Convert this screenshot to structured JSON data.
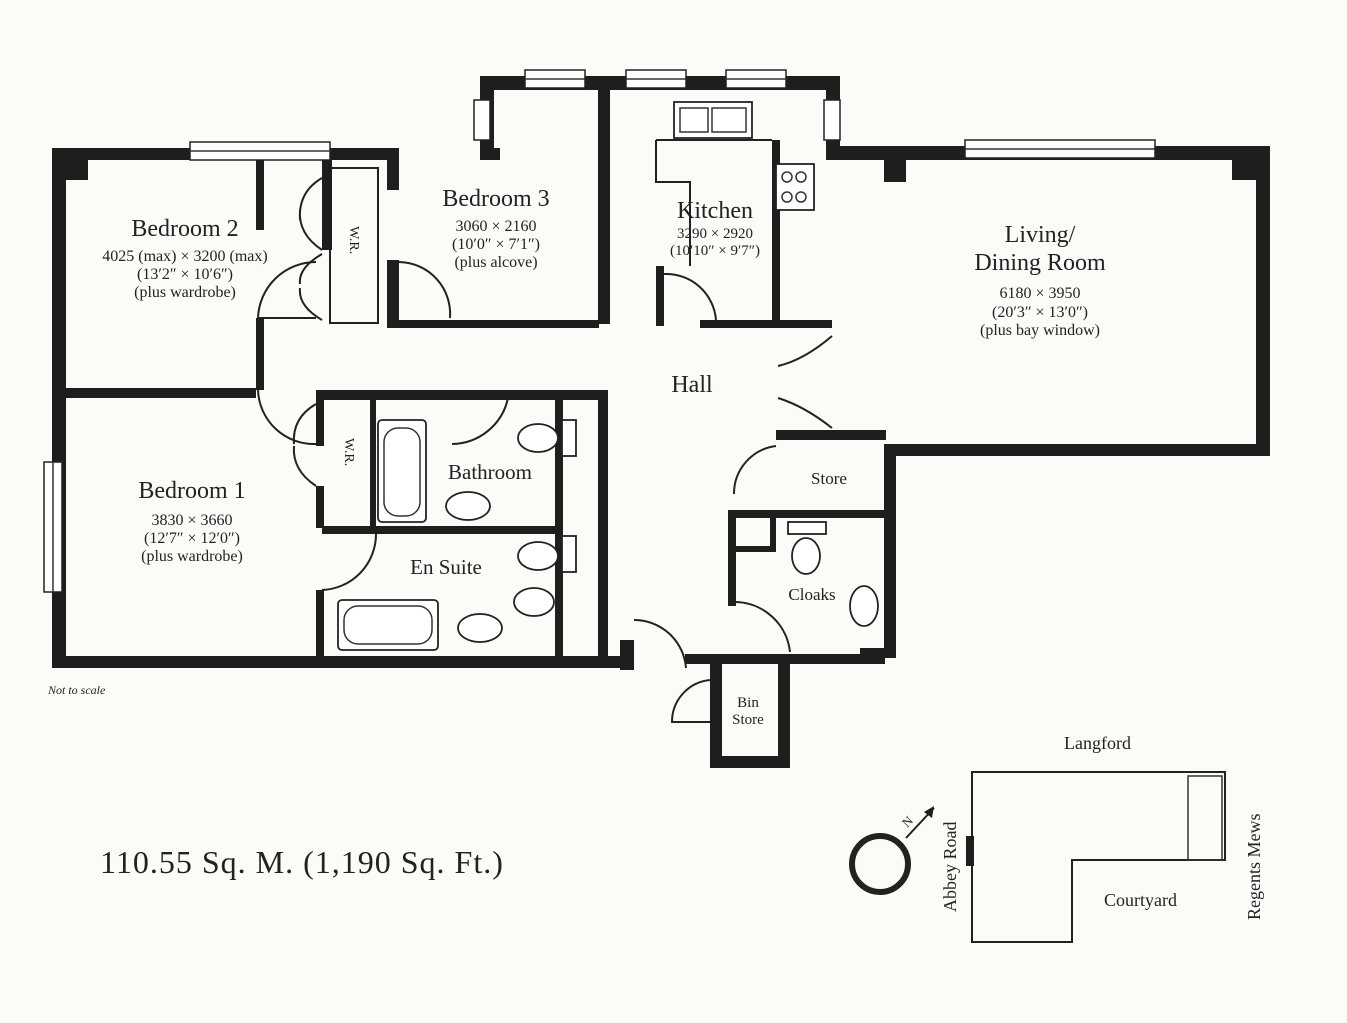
{
  "rooms": {
    "bedroom2": {
      "name": "Bedroom 2",
      "metric": "4025 (max) × 3200 (max)",
      "imperial": "(13′2″ × 10′6″)",
      "extra": "(plus wardrobe)"
    },
    "bedroom3": {
      "name": "Bedroom 3",
      "metric": "3060 × 2160",
      "imperial": "(10′0″ × 7′1″)",
      "extra": "(plus alcove)"
    },
    "kitchen": {
      "name": "Kitchen",
      "metric": "3290 × 2920",
      "imperial": "(10′10″ × 9′7″)"
    },
    "living": {
      "name_line1": "Living/",
      "name_line2": "Dining Room",
      "metric": "6180 × 3950",
      "imperial": "(20′3″ × 13′0″)",
      "extra": "(plus bay window)"
    },
    "bedroom1": {
      "name": "Bedroom 1",
      "metric": "3830 × 3660",
      "imperial": "(12′7″ × 12′0″)",
      "extra": "(plus wardrobe)"
    },
    "hall": {
      "name": "Hall"
    },
    "bathroom": {
      "name": "Bathroom"
    },
    "ensuite": {
      "name": "En Suite"
    },
    "store": {
      "name": "Store"
    },
    "cloaks": {
      "name": "Cloaks"
    },
    "bin_store": {
      "line1": "Bin",
      "line2": "Store"
    },
    "wr_upper": {
      "name": "W.R."
    },
    "wr_lower": {
      "name": "W.R."
    }
  },
  "notes": {
    "scale": "Not to scale"
  },
  "area": {
    "text": "110.55 Sq. M. (1,190 Sq. Ft.)"
  },
  "site_plan": {
    "langford": "Langford",
    "abbey_road": "Abbey Road",
    "regents_mews": "Regents Mews",
    "courtyard": "Courtyard",
    "north_marker": "N"
  }
}
